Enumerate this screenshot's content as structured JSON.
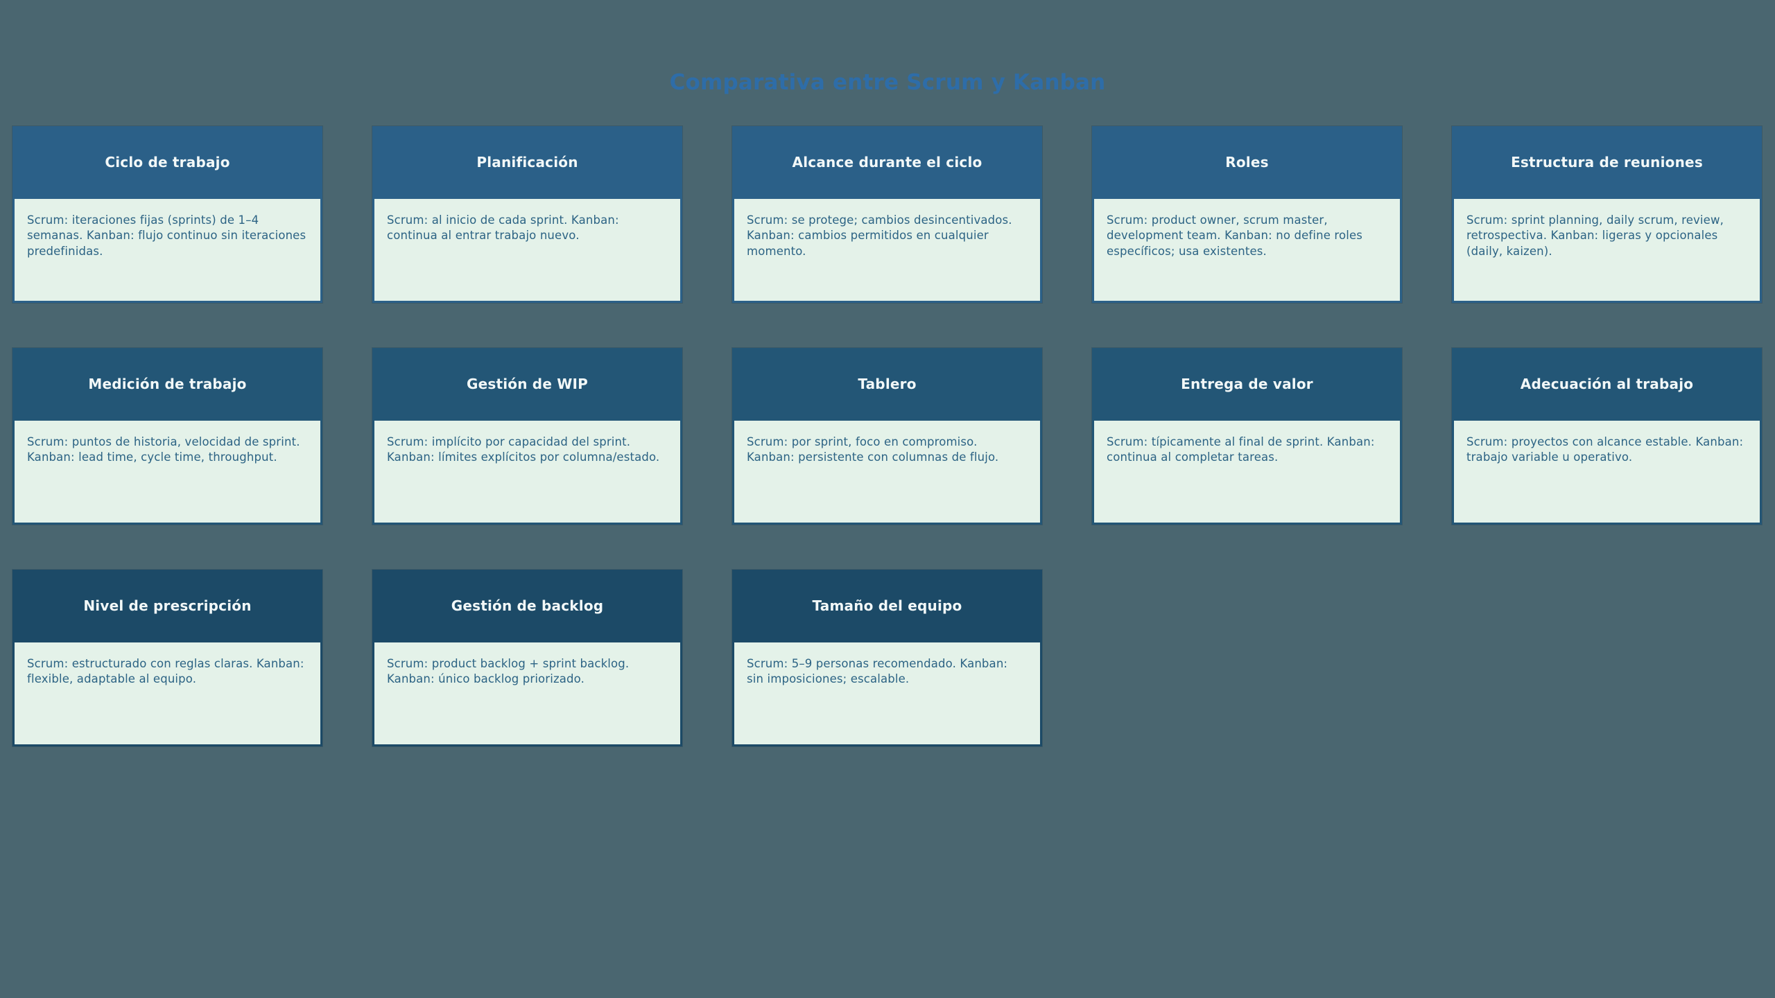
{
  "board": {
    "title": "Comparativa entre Scrum y Kanban",
    "title_color": "#2e6da8",
    "background_color": "#4a6670",
    "card_header_color": "#2b6088",
    "card_body_color": "#e4f2e9",
    "card_body_text_color": "#2c6384",
    "card_header_text_color": "#f2f8f8"
  },
  "cards": [
    {
      "title": "Ciclo de trabajo",
      "body": "Scrum: iteraciones fijas (sprints) de 1–4 semanas. Kanban: flujo continuo sin iteraciones predefinidas."
    },
    {
      "title": "Planificación",
      "body": "Scrum: al inicio de cada sprint. Kanban: continua al entrar trabajo nuevo."
    },
    {
      "title": "Alcance durante el ciclo",
      "body": "Scrum: se protege; cambios desincentivados. Kanban: cambios permitidos en cualquier momento."
    },
    {
      "title": "Roles",
      "body": "Scrum: product owner, scrum master, development team. Kanban: no define roles específicos; usa existentes."
    },
    {
      "title": "Estructura de reuniones",
      "body": "Scrum: sprint planning, daily scrum, review, retrospectiva. Kanban: ligeras y opcionales (daily, kaizen)."
    },
    {
      "title": "Medición de trabajo",
      "body": "Scrum: puntos de historia, velocidad de sprint. Kanban: lead time, cycle time, throughput."
    },
    {
      "title": "Gestión de WIP",
      "body": "Scrum: implícito por capacidad del sprint. Kanban: límites explícitos por columna/estado."
    },
    {
      "title": "Tablero",
      "body": "Scrum: por sprint, foco en compromiso. Kanban: persistente con columnas de flujo."
    },
    {
      "title": "Entrega de valor",
      "body": "Scrum: típicamente al final de sprint. Kanban: continua al completar tareas."
    },
    {
      "title": "Adecuación al trabajo",
      "body": "Scrum: proyectos con alcance estable. Kanban: trabajo variable u operativo."
    },
    {
      "title": "Nivel de prescripción",
      "body": "Scrum: estructurado con reglas claras. Kanban: flexible, adaptable al equipo."
    },
    {
      "title": "Gestión de backlog",
      "body": "Scrum: product backlog + sprint backlog. Kanban: único backlog priorizado."
    },
    {
      "title": "Tamaño del equipo",
      "body": "Scrum: 5–9 personas recomendado. Kanban: sin imposiciones; escalable."
    }
  ]
}
